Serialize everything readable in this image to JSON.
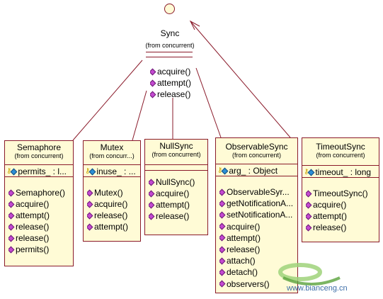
{
  "interface": {
    "name": "Sync",
    "from": "(from concurrent)",
    "operations": [
      "acquire()",
      "attempt()",
      "release()"
    ]
  },
  "classes": {
    "semaphore": {
      "name": "Semaphore",
      "from": "(from concurrent)",
      "attribute": "permits_ : l...",
      "operations": [
        "Semaphore()",
        "acquire()",
        "attempt()",
        "release()",
        "release()",
        "permits()"
      ]
    },
    "mutex": {
      "name": "Mutex",
      "from": "(from concurr...)",
      "attribute": "inuse_ : ...",
      "operations": [
        "Mutex()",
        "acquire()",
        "release()",
        "attempt()"
      ]
    },
    "nullsync": {
      "name": "NullSync",
      "from": "(from concurrent)",
      "attribute": "",
      "operations": [
        "NullSync()",
        "acquire()",
        "attempt()",
        "release()"
      ]
    },
    "observablesync": {
      "name": "ObservableSync",
      "from": "(from concurrent)",
      "attribute": "arg_ : Object",
      "operations": [
        "ObservableSyr...",
        "getNotificationA...",
        "setNotificationA...",
        "acquire()",
        "attempt()",
        "release()",
        "attach()",
        "detach()",
        "observers()"
      ]
    },
    "timeoutsync": {
      "name": "TimeoutSync",
      "from": "(from concurrent)",
      "attribute": "timeout_ : long",
      "operations": [
        "TimeoutSync()",
        "acquire()",
        "attempt()",
        "release()"
      ]
    }
  },
  "watermark": {
    "text": "www.bianceng.cn"
  },
  "colors": {
    "box_fill": "#fffbd6",
    "box_border": "#8a1a2a",
    "operation_icon": "#c44ad1",
    "attribute_icon": "#2c8fd6"
  }
}
